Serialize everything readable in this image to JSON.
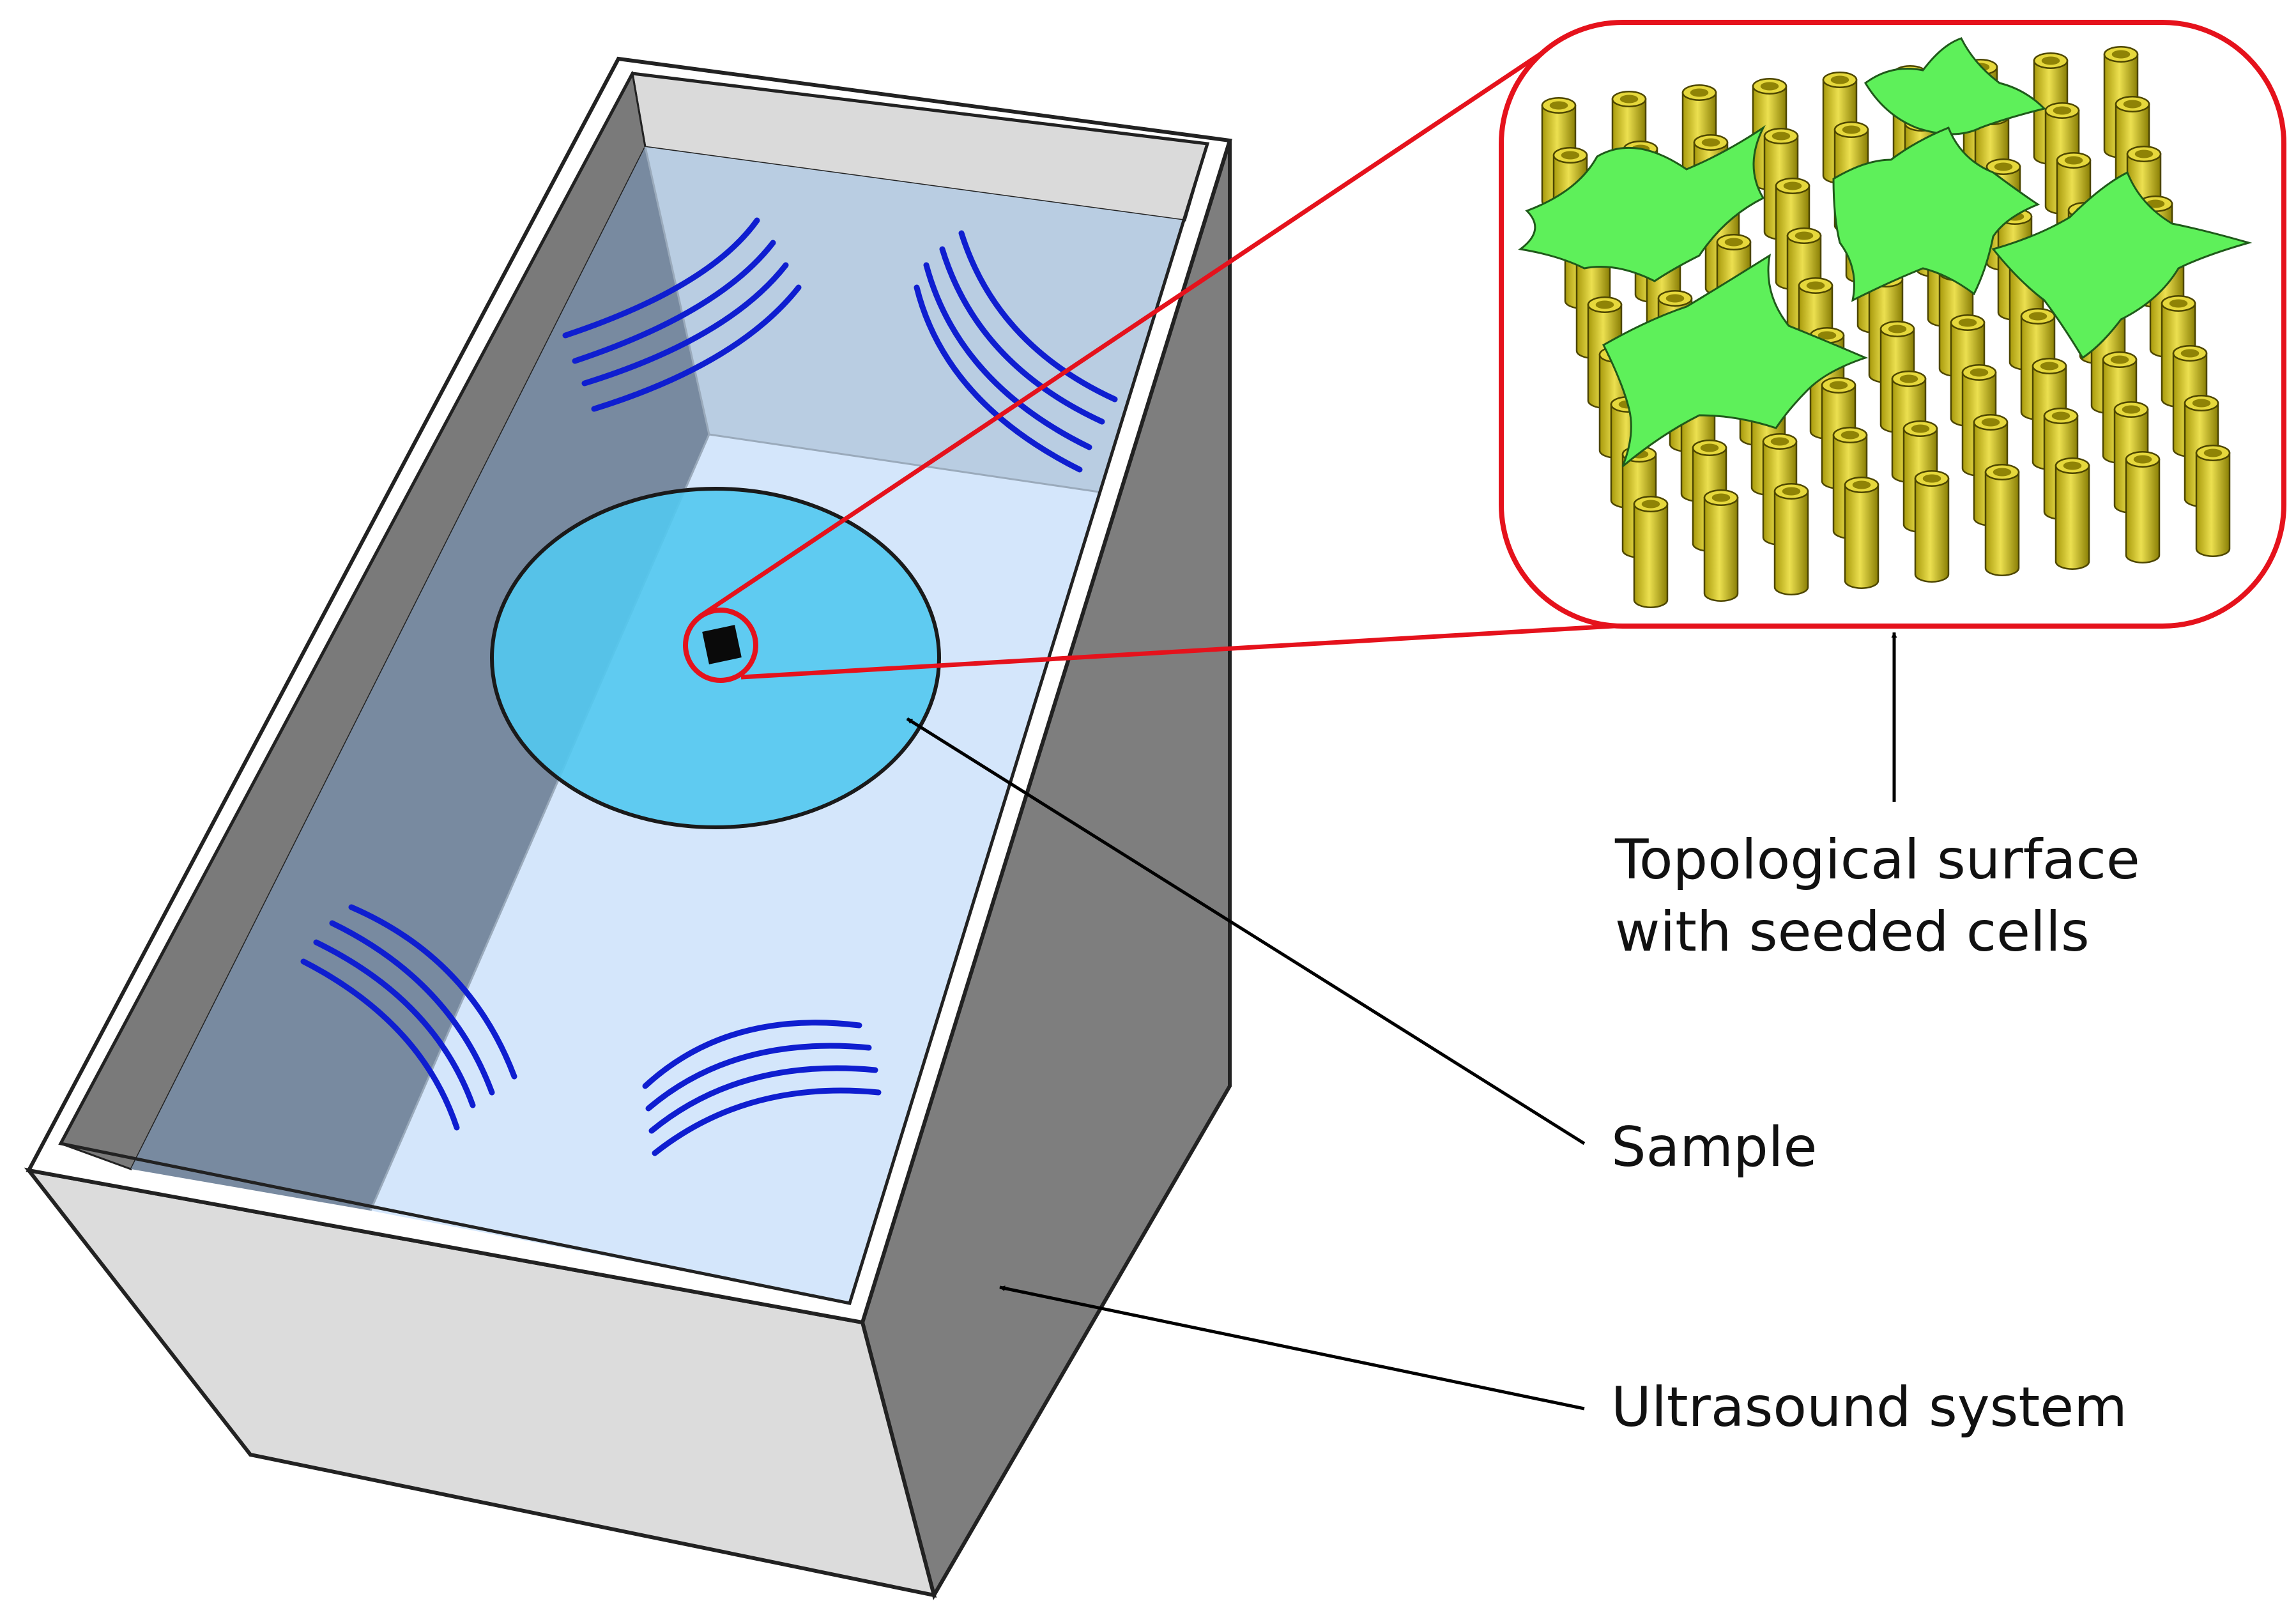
{
  "labels": {
    "topological_line1": "Topological surface",
    "topological_line2": "with seeded cells",
    "sample": "Sample",
    "ultrasound": "Ultrasound system"
  },
  "colors": {
    "tank_front": "#dcdcdc",
    "tank_side": "#7c7c7c",
    "tank_rim": "#ffffff",
    "water_floor": "#d4e6fb",
    "water_back": "#b8cde2",
    "water_left": "#78899f",
    "sample_disc": "#52c8ef",
    "wave": "#0f1ed0",
    "callout": "#e5121c",
    "pillar": "#d4c21e",
    "pillar_dark": "#8f8306",
    "cell": "#5ef05a",
    "arrow": "#000000"
  },
  "icons": [
    "sound-wave-icon",
    "pillar-icon",
    "cell-icon"
  ]
}
